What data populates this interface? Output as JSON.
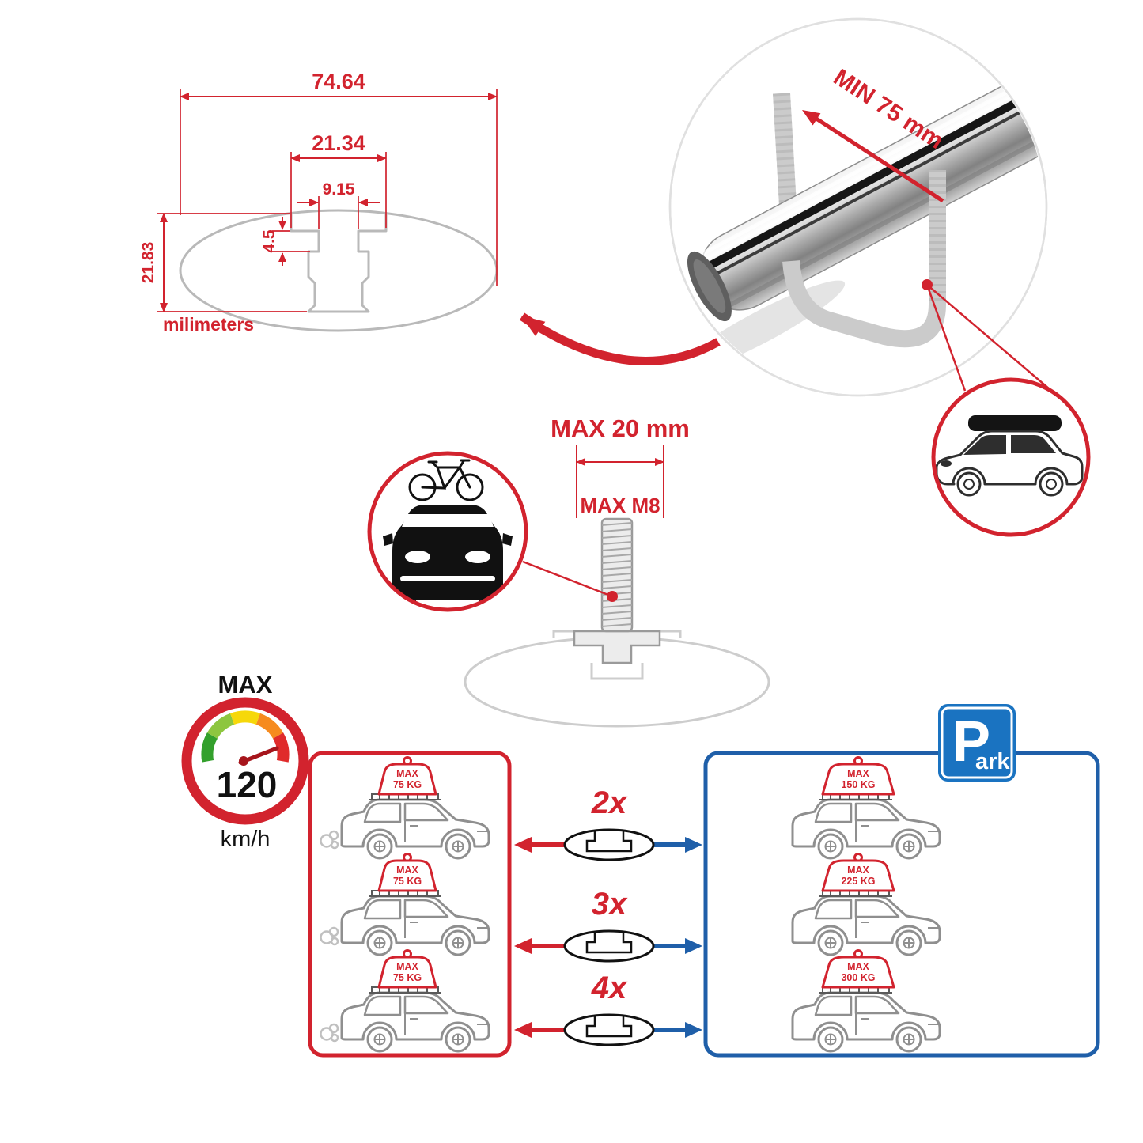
{
  "profile_dims": {
    "total_width": "74.64",
    "channel_width": "21.34",
    "slot_width": "9.15",
    "lip_height": "4.5",
    "total_height": "21.83",
    "unit_label": "milimeters"
  },
  "clamp_detail": {
    "min_gap_label": "MIN 75 mm"
  },
  "bolt_detail": {
    "length_label": "MAX 20 mm",
    "thread_label": "MAX M8"
  },
  "speed_limit": {
    "title": "MAX",
    "value": "120",
    "unit": "km/h"
  },
  "multipliers": [
    "2x",
    "3x",
    "4x"
  ],
  "driving_loads": [
    {
      "max_label": "MAX",
      "weight": "75 KG"
    },
    {
      "max_label": "MAX",
      "weight": "75 KG"
    },
    {
      "max_label": "MAX",
      "weight": "75 KG"
    }
  ],
  "parked_loads": [
    {
      "max_label": "MAX",
      "weight": "150 KG"
    },
    {
      "max_label": "MAX",
      "weight": "225 KG"
    },
    {
      "max_label": "MAX",
      "weight": "300 KG"
    }
  ],
  "park_sign": {
    "letter": "P",
    "suffix": "ark"
  },
  "colors": {
    "red": "#d2232e",
    "blue": "#1f5fa9",
    "sign_blue": "#1a73c1",
    "line_gray": "#b9b9b9"
  }
}
